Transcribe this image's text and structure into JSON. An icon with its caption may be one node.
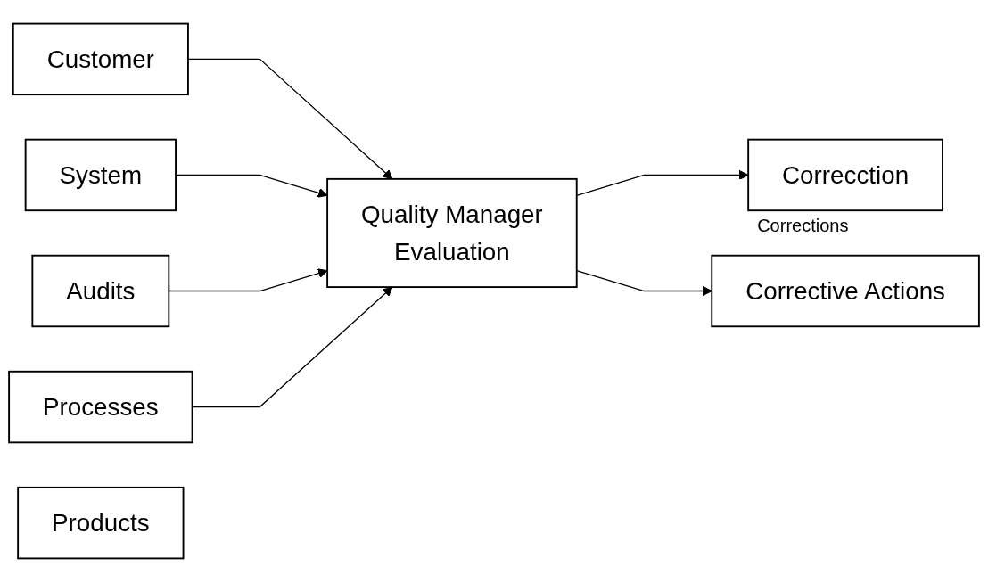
{
  "diagram": {
    "nodes": [
      {
        "text": [
          "Customer"
        ]
      },
      {
        "text": [
          "System"
        ]
      },
      {
        "text": [
          "Audits"
        ]
      },
      {
        "text": [
          "Processes"
        ]
      },
      {
        "text": [
          "Products"
        ]
      },
      {
        "text": [
          "Quality Manager",
          "Evaluation"
        ]
      },
      {
        "text": [
          "Correcction"
        ],
        "beside": [
          "Corrections"
        ]
      },
      {
        "text": [
          "Corrective Actions"
        ]
      }
    ],
    "edges": [
      {
        "from": 0,
        "to": 5,
        "arrow": "to"
      },
      {
        "from": 1,
        "to": 5,
        "arrow": "to"
      },
      {
        "from": 2,
        "to": 5,
        "arrow": "to"
      },
      {
        "from": 3,
        "to": 5,
        "arrow": "to"
      },
      {
        "from": 5,
        "to": 6,
        "arrow": "to"
      },
      {
        "from": 5,
        "to": 7,
        "arrow": "to"
      }
    ]
  }
}
